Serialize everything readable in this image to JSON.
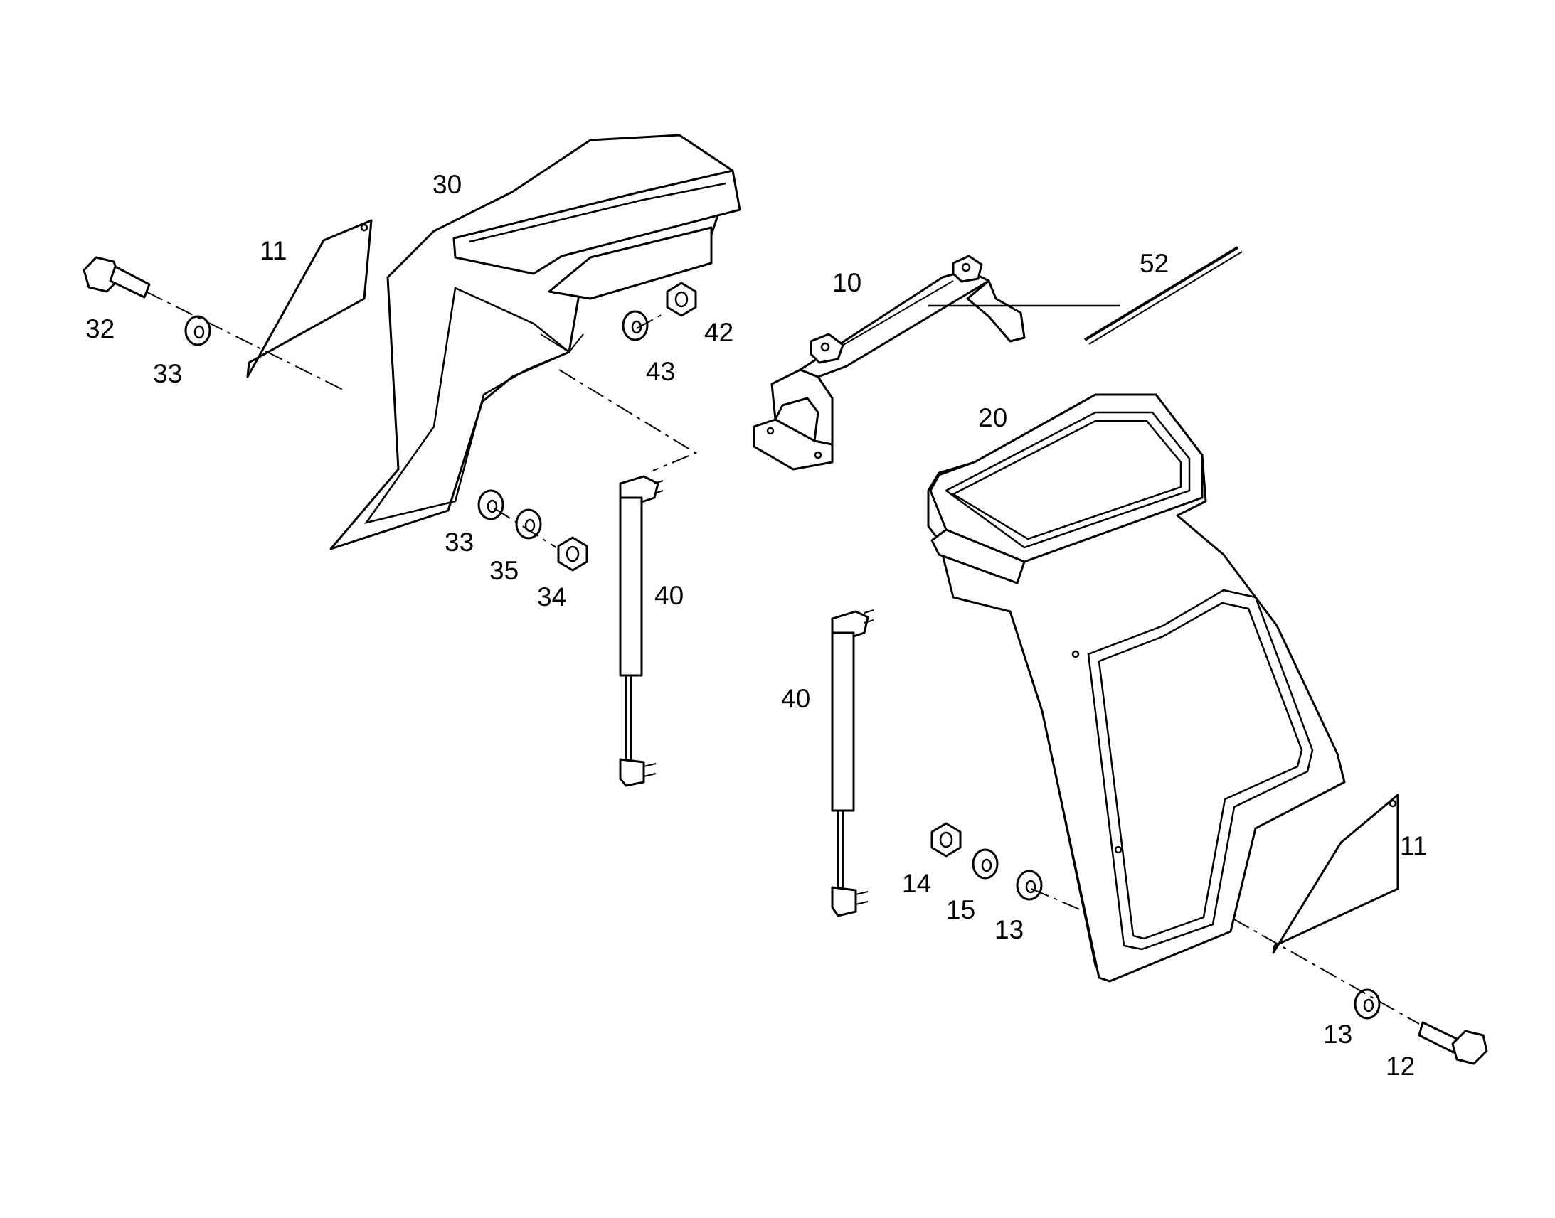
{
  "labels": {
    "l10": "10",
    "l11a": "11",
    "l11b": "11",
    "l12": "12",
    "l13a": "13",
    "l13b": "13",
    "l14": "14",
    "l15": "15",
    "l20": "20",
    "l30": "30",
    "l32": "32",
    "l33a": "33",
    "l33b": "33",
    "l34": "34",
    "l35": "35",
    "l40a": "40",
    "l40b": "40",
    "l42": "42",
    "l43": "43",
    "l52": "52"
  }
}
